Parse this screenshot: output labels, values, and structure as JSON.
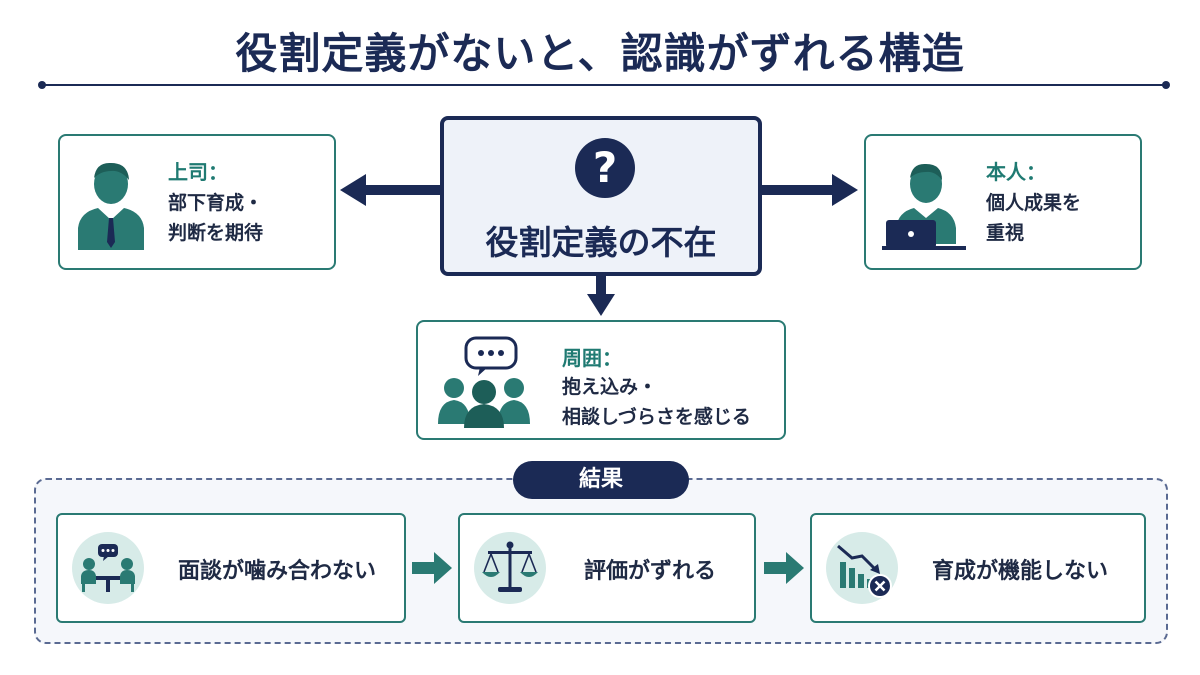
{
  "title": "役割定義がないと、認識がずれる構造",
  "center": {
    "icon": "question-icon",
    "mark": "?",
    "title": "役割定義の不在"
  },
  "boss": {
    "icon": "businessman-icon",
    "label": "上司：",
    "line1": "部下育成・",
    "line2": "判断を期待"
  },
  "self": {
    "icon": "person-laptop-icon",
    "label": "本人：",
    "line1": "個人成果を",
    "line2": "重視"
  },
  "team": {
    "icon": "group-chat-icon",
    "label": "周囲：",
    "line1": "抱え込み・",
    "line2": "相談しづらさを感じる"
  },
  "results": {
    "heading": "結果",
    "items": [
      {
        "icon": "meeting-icon",
        "text": "面談が噛み合わない"
      },
      {
        "icon": "balance-scale-icon",
        "text": "評価がずれる"
      },
      {
        "icon": "declining-chart-icon",
        "text": "育成が機能しない"
      }
    ]
  },
  "colors": {
    "navy": "#1b2a55",
    "teal": "#2a7a73",
    "mint": "#d7ebe8"
  }
}
